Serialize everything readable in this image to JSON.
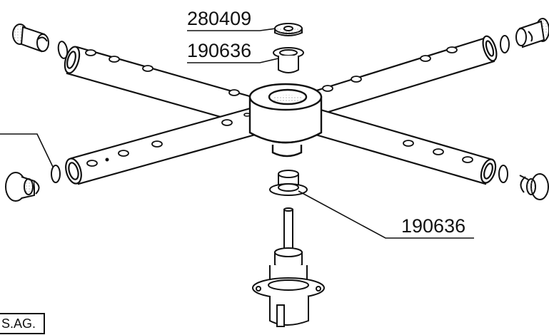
{
  "diagram": {
    "parts": [
      {
        "id": "p1",
        "label": "280409"
      },
      {
        "id": "p2",
        "label": "190636"
      },
      {
        "id": "p3",
        "label": "190636"
      }
    ],
    "stamp": "S.AG.",
    "colors": {
      "ink": "#111111",
      "paper": "#ffffff",
      "shade": "#cfcfcf"
    }
  }
}
